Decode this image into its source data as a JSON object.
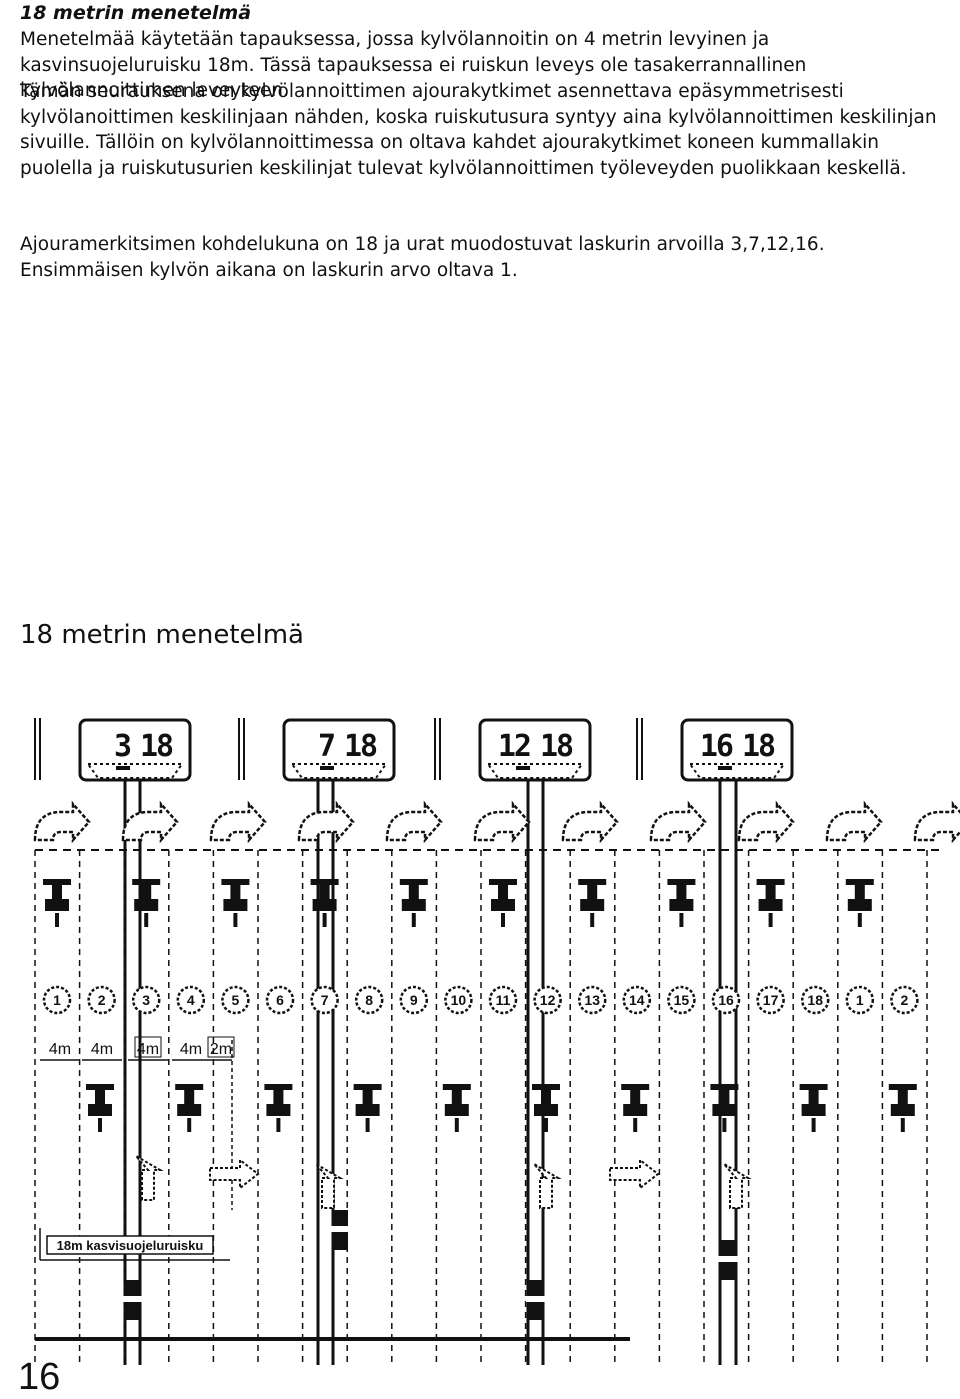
{
  "heading": "18 metrin menetelmä",
  "paragraphs": [
    "Menetelmää käytetään tapauksessa, jossa kylvölannoitin on 4 metrin levyinen ja kasvinsuojeluruisku 18m. Tässä tapauksessa ei ruiskun leveys ole tasakerrannallinen kylvölannoittimen leveyteen.",
    "Tämän seurauksena on kylvölannoittimen ajourakytkimet asennettava epäsymmetrisesti kylvölanoittimen keskilinjaan nähden, koska ruiskutusura syntyy aina kylvölannoittimen keskilinjan sivuille. Tällöin on kylvölannoittimessa on oltava kahdet ajourakytkimet koneen kummallakin puolella ja ruiskutusurien keskilinjat tulevat kylvölannoittimen työleveyden puolikkaan keskellä.",
    "Ajouramerkitsimen kohdelukuna on 18 ja urat muodostuvat laskurin arvoilla 3,7,12,16. Ensimmäisen kylvön aikana on laskurin arvo oltava 1."
  ],
  "section_title": "18 metrin menetelmä",
  "figure": {
    "displays": [
      {
        "counter": "3",
        "target": "18"
      },
      {
        "counter": "7",
        "target": "18"
      },
      {
        "counter": "12",
        "target": "18"
      },
      {
        "counter": "16",
        "target": "18"
      }
    ],
    "counters": [
      "1",
      "2",
      "3",
      "4",
      "5",
      "6",
      "7",
      "8",
      "9",
      "10",
      "11",
      "12",
      "13",
      "14",
      "15",
      "16",
      "17",
      "18",
      "1",
      "2"
    ],
    "measurements": [
      "4m",
      "4m",
      "4m",
      "4m",
      "2m"
    ],
    "sprayer_label": "18m kasvisuojeluruisku",
    "colors": {
      "ink": "#111111",
      "paper": "#ffffff"
    }
  },
  "page_number": "16"
}
